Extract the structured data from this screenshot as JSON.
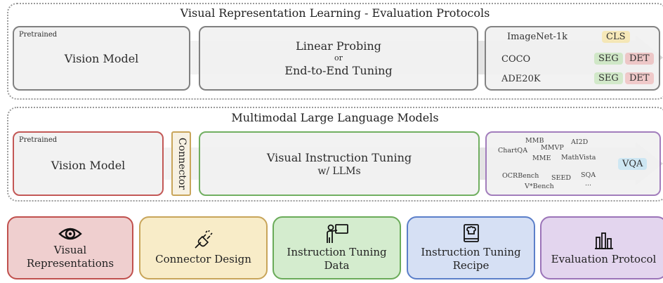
{
  "colors": {
    "vision_red": "#c0504d",
    "connector_yellow": "#c8a55a",
    "green": "#6aab59",
    "blue": "#5b7fc9",
    "purple": "#9b74b8"
  },
  "top_section": {
    "title": "Visual Representation Learning - Evaluation Protocols",
    "pretrained_tag": "Pretrained",
    "vision_model": "Vision Model",
    "method_line1": "Linear Probing",
    "method_or": "or",
    "method_line2": "End-to-End Tuning",
    "datasets": [
      {
        "name": "ImageNet-1k",
        "tasks": [
          "CLS"
        ]
      },
      {
        "name": "COCO",
        "tasks": [
          "SEG",
          "DET"
        ]
      },
      {
        "name": "ADE20K",
        "tasks": [
          "SEG",
          "DET"
        ]
      }
    ]
  },
  "middle_section": {
    "title": "Multimodal Large Language Models",
    "pretrained_tag": "Pretrained",
    "vision_model": "Vision Model",
    "connector": "Connector",
    "tuning_line1": "Visual Instruction Tuning",
    "tuning_line2": "w/ LLMs",
    "benchmarks": {
      "mmb": "MMB",
      "mmvp": "MMVP",
      "ai2d": "AI2D",
      "chartqa": "ChartQA",
      "mme": "MME",
      "mathvista": "MathVista",
      "ocrbench": "OCRBench",
      "seed": "SEED",
      "sqa": "SQA",
      "vstar": "V*Bench",
      "more": "..."
    },
    "vqa": "VQA"
  },
  "bottom_cards": {
    "visual": {
      "line1": "Visual",
      "line2": "Representations",
      "icon": "eye-icon"
    },
    "connector": {
      "line1": "Connector Design",
      "icon": "plug-icon"
    },
    "data": {
      "line1": "Instruction Tuning",
      "line2": "Data",
      "icon": "teacher-icon"
    },
    "recipe": {
      "line1": "Instruction Tuning",
      "line2": "Recipe",
      "icon": "recipe-book-icon"
    },
    "evaluation": {
      "line1": "Evaluation Protocol",
      "icon": "bar-chart-icon"
    }
  }
}
